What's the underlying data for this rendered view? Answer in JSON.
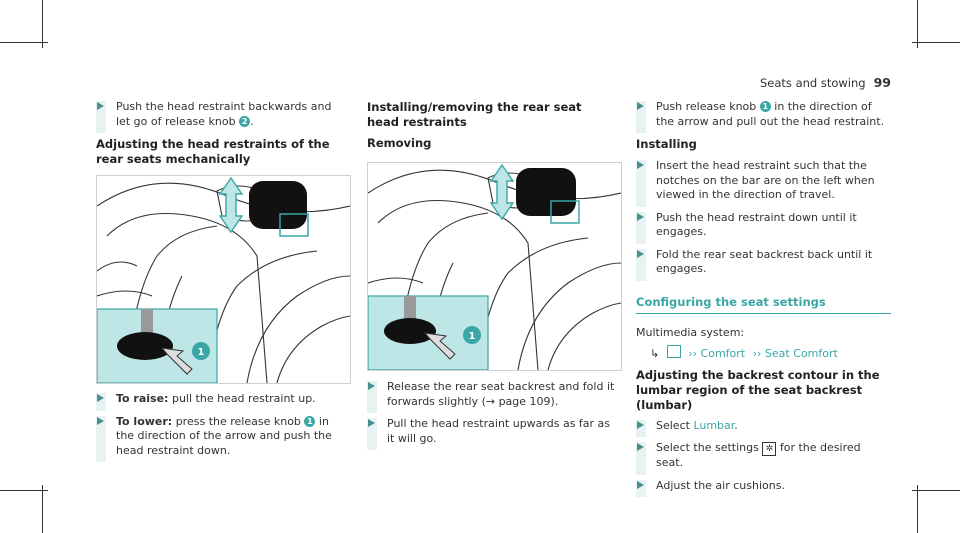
{
  "header": {
    "section": "Seats and stowing",
    "page": "99"
  },
  "col1": {
    "step1": {
      "text": "Push the head restraint backwards and let go of release knob",
      "knob": "2",
      "end": "."
    },
    "heading": "Adjusting the head restraints of the rear seats mechanically",
    "step2": {
      "bold": "To raise:",
      "text": " pull the head restraint up."
    },
    "step3": {
      "bold": "To lower:",
      "text": " press the release knob",
      "knob": "1",
      "text2": " in the direction of the arrow and push the head restraint down."
    },
    "figure_label": "1"
  },
  "col2": {
    "heading": "Installing/removing the rear seat head restraints",
    "sub": "Removing",
    "figure_label": "1",
    "step1": "Release the rear seat backrest and fold it forwards slightly (→ page 109).",
    "step2": "Pull the head restraint upwards as far as it will go."
  },
  "col3": {
    "step1": {
      "text": "Push release knob",
      "knob": "1",
      "text2": " in the direction of the arrow and pull out the head restraint."
    },
    "sub": "Installing",
    "step2": "Insert the head restraint such that the notches on the bar are on the left when viewed in the direction of travel.",
    "step3": "Push the head restraint down until it engages.",
    "step4": "Fold the rear seat backrest back until it engages.",
    "section": "Configuring the seat settings",
    "multimedia": "Multimedia system:",
    "path": {
      "item1": "Comfort",
      "item2": "Seat Comfort"
    },
    "heading2": "Adjusting the backrest contour in the lumbar region of the seat backrest (lumbar)",
    "step5": {
      "text": "Select ",
      "link": "Lumbar",
      "end": "."
    },
    "step6": {
      "text": "Select the settings",
      "text2": " for the desired seat."
    },
    "step7": "Adjust the air cushions."
  },
  "colors": {
    "accent": "#3aa6a6",
    "bar": "#e7f3f3",
    "inset": "#bfe6e6"
  }
}
